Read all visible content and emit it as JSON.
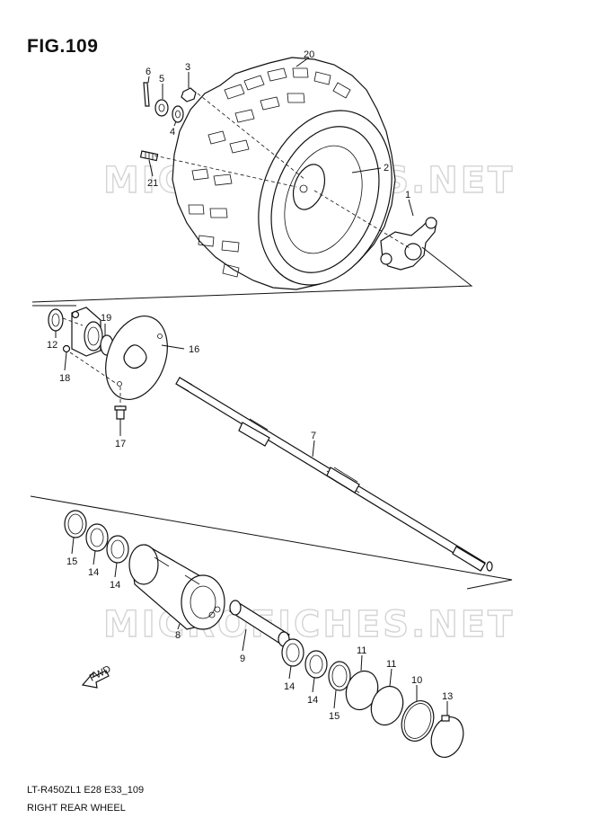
{
  "figure": {
    "title": "FIG.109",
    "model_code": "LT-R450ZL1 E28 E33_109",
    "caption": "RIGHT REAR WHEEL"
  },
  "watermark": {
    "text": "MICROFICHES.NET"
  },
  "callouts": {
    "c1": "1",
    "c2": "2",
    "c3": "3",
    "c4": "4",
    "c5": "5",
    "c6": "6",
    "c7": "7",
    "c8": "8",
    "c9": "9",
    "c10": "10",
    "c11a": "11",
    "c11b": "11",
    "c12": "12",
    "c13": "13",
    "c14a": "14",
    "c14b": "14",
    "c14c": "14",
    "c14d": "14",
    "c15a": "15",
    "c15b": "15",
    "c16": "16",
    "c17": "17",
    "c18": "18",
    "c19": "19",
    "c20": "20",
    "c21": "21"
  },
  "fwd_label": "FWD",
  "colors": {
    "line": "#111111",
    "watermark": "#d4d4d4",
    "background": "#ffffff"
  }
}
